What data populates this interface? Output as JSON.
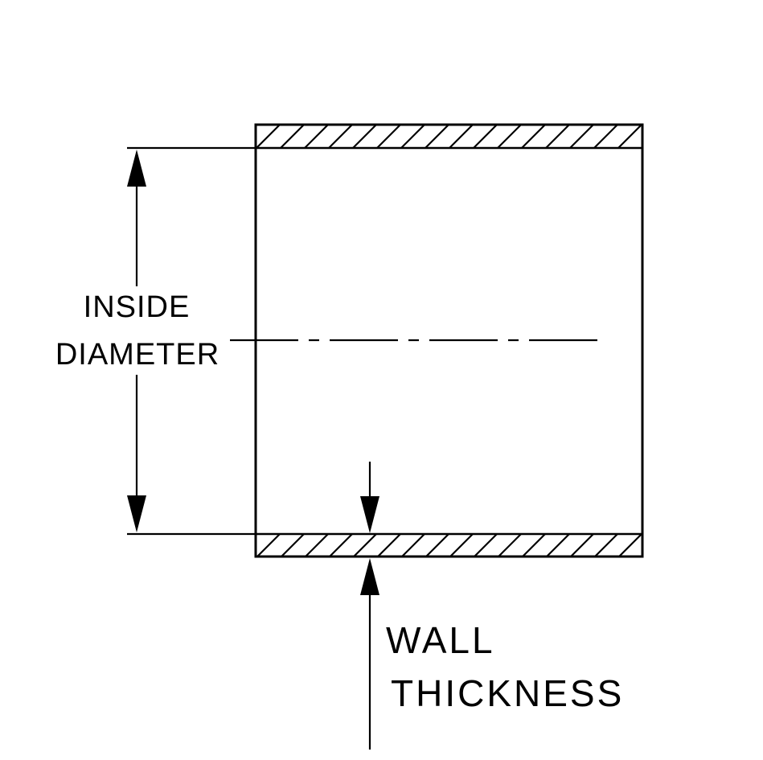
{
  "labels": {
    "inside_diameter": {
      "line1": "INSIDE",
      "line2": "DIAMETER"
    },
    "wall_thickness": {
      "line1": "WALL",
      "line2": "THICKNESS"
    }
  },
  "colors": {
    "ink": "#000000",
    "background": "#ffffff"
  }
}
